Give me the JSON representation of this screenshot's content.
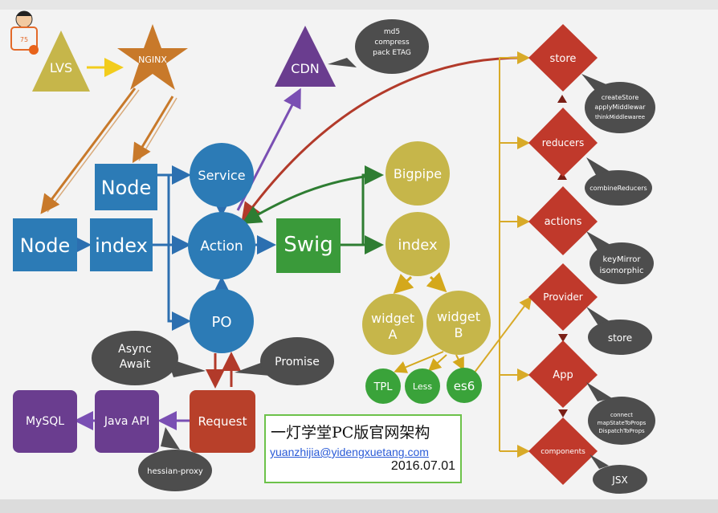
{
  "nodes": {
    "lvs": "LVS",
    "nginx": "NGINX",
    "cdn": "CDN",
    "node_top": "Node",
    "node_left": "Node",
    "index_box": "index",
    "service": "Service",
    "action": "Action",
    "po": "PO",
    "swig": "Swig",
    "bigpipe": "Bigpipe",
    "index_circle": "index",
    "widget_a": [
      "widget",
      "A"
    ],
    "widget_b": [
      "widget",
      "B"
    ],
    "tpl": "TPL",
    "less": "Less",
    "es6": "es6",
    "request": "Request",
    "java_api": "Java API",
    "mysql": "MySQL",
    "store": "store",
    "reducers": "reducers",
    "actions": "actions",
    "provider": "Provider",
    "app": "App",
    "components": "components"
  },
  "bubbles": {
    "cdn_note": [
      "md5",
      "compress",
      "pack ETAG"
    ],
    "async_await": [
      "Async",
      "Await"
    ],
    "promise": "Promise",
    "hessian": "hessian-proxy",
    "store_note": [
      "createStore",
      "applyMiddlewar",
      "thinkMiddlewaree"
    ],
    "reducers_note": "combineReducers",
    "actions_note": [
      "keyMirror",
      "isomorphic"
    ],
    "provider_note": "store",
    "app_note": [
      "connect",
      "mapStateToProps",
      "DispatchToProps"
    ],
    "components_note": "JSX"
  },
  "avatar_number": "75",
  "credit": {
    "title": "一灯学堂PC版官网架构",
    "email": "yuanzhijia@yidengxuetang.com",
    "date": "2016.07.01"
  },
  "colors": {
    "blue": "#2c7bb6",
    "green": "#3a9a3a",
    "mustard": "#c8b040",
    "red_diamond": "#c0392b",
    "purple": "#6a3d8f",
    "olive": "#c6b64a",
    "orange": "#c8792a",
    "dark_red": "#b8402a",
    "bubble_gray": "#4d4d4d",
    "tpl_green": "#3aa33a"
  }
}
